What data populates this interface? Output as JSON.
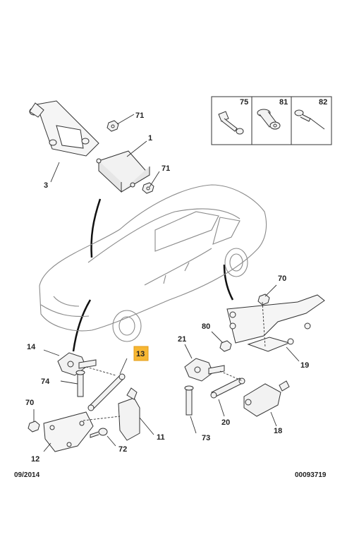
{
  "callouts": {
    "p1": "1",
    "p3": "3",
    "p71a": "71",
    "p71b": "71",
    "p70a": "70",
    "p80": "80",
    "p19": "19",
    "p14": "14",
    "p13": "13",
    "p74": "74",
    "p70b": "70",
    "p12": "12",
    "p72": "72",
    "p11": "11",
    "p21": "21",
    "p73": "73",
    "p20": "20",
    "p18": "18"
  },
  "legend": {
    "k75": "75",
    "k81": "81",
    "k82": "82"
  },
  "footer": {
    "date": "09/2014",
    "ref": "00093719"
  },
  "colors": {
    "highlight": "#f7b733",
    "line": "#333333",
    "part_fill": "#f2f2f2"
  }
}
